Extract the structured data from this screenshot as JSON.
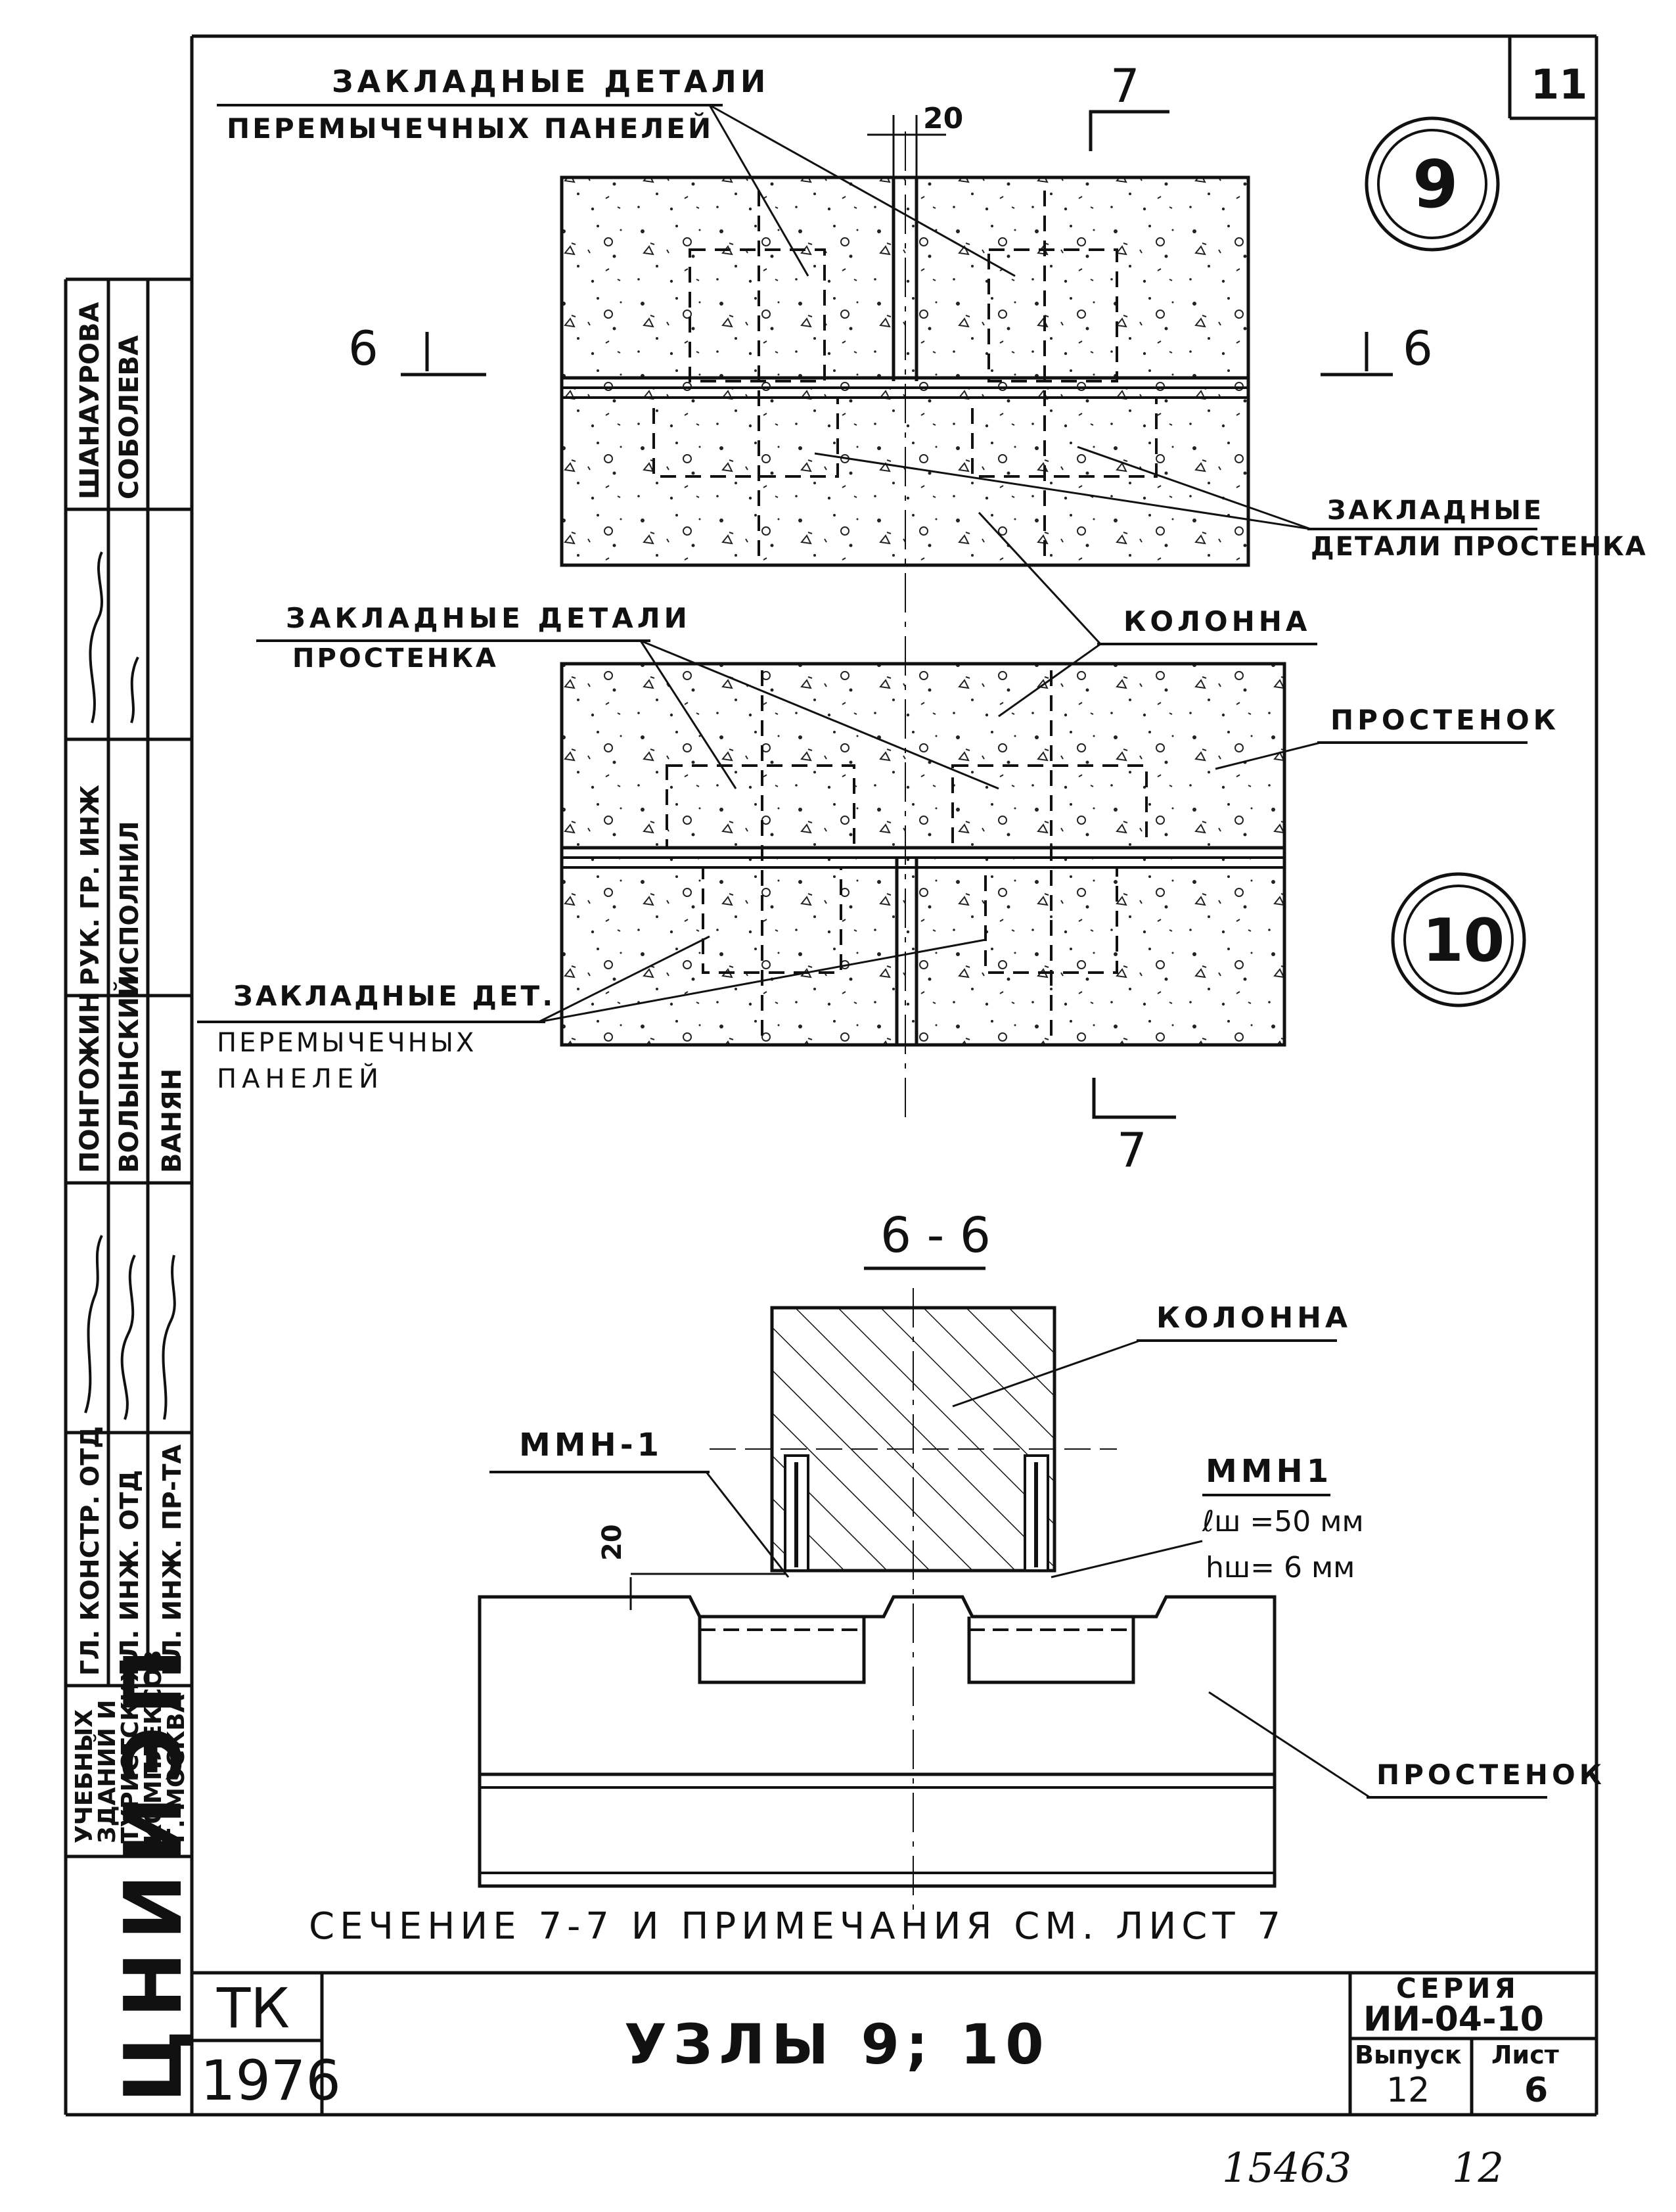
{
  "sheet": {
    "corner_number": "11",
    "title_block": {
      "tk": "ТК",
      "year": "1976",
      "title": "УЗЛЫ 9; 10",
      "series_label": "СЕРИЯ",
      "series_value": "ИИ-04-10",
      "issue_label": "Выпуск",
      "issue_value": "12",
      "sheet_label": "Лист",
      "sheet_value": "6"
    },
    "footer_handwritten": {
      "archive": "15463",
      "page": "12"
    },
    "note": "СЕЧЕНИЕ 7-7 И ПРИМЕЧАНИЯ СМ. ЛИСТ 7"
  },
  "side_stamp": {
    "org": "ЦНИИЭП",
    "org_lines": [
      "УЧЕБНЫХ",
      "ЗДАНИЙ И",
      "ТУРИСТСКИХ",
      "КОМПЛЕКСОВ",
      "Г. МОСКВА"
    ],
    "roles": [
      [
        "ГЛ. КОНСТР. ОТД",
        "ГЛ. ИНЖ. ОТД",
        "ГЛ. ИНЖ. ПР-ТА"
      ],
      [
        "ПОНГОЖИН",
        "ВОЛЫНСКИЙ",
        "ВАНЯН"
      ],
      [
        "РУК. ГР. ИНЖ",
        "ИСПОЛНИЛ"
      ],
      [
        "ШАНАУРОВА",
        "СОБОЛЕВА"
      ]
    ]
  },
  "node9": {
    "number": "9",
    "label_top_1": "ЗАКЛАДНЫЕ ДЕТАЛИ",
    "label_top_2": "ПЕРЕМЫЧЕЧНЫХ ПАНЕЛЕЙ",
    "dim_gap": "20",
    "section_cut_top": "7",
    "section_left": "6",
    "section_right": "6",
    "label_right_1": "ЗАКЛАДНЫЕ",
    "label_right_2": "ДЕТАЛИ ПРОСТЕНКА"
  },
  "node10": {
    "number": "10",
    "label_left_1": "ЗАКЛАДНЫЕ ДЕТАЛИ",
    "label_left_2": "ПРОСТЕНКА",
    "label_column": "КОЛОННА",
    "label_pier": "ПРОСТЕНОК",
    "label_bottom_1": "ЗАКЛАДНЫЕ ДЕТ.",
    "label_bottom_2": "ПЕРЕМЫЧЕЧНЫХ",
    "label_bottom_3": "ПАНЕЛЕЙ",
    "section_cut_bottom": "7"
  },
  "section66": {
    "title": "6 - 6",
    "label_column": "КОЛОННА",
    "label_mmn_left": "ММН-1",
    "label_mmn_right": "ММН1",
    "weld_length": "ℓш =50 мм",
    "weld_height": "hш= 6 мм",
    "dim_20": "20",
    "label_pier": "ПРОСТЕНОК"
  }
}
